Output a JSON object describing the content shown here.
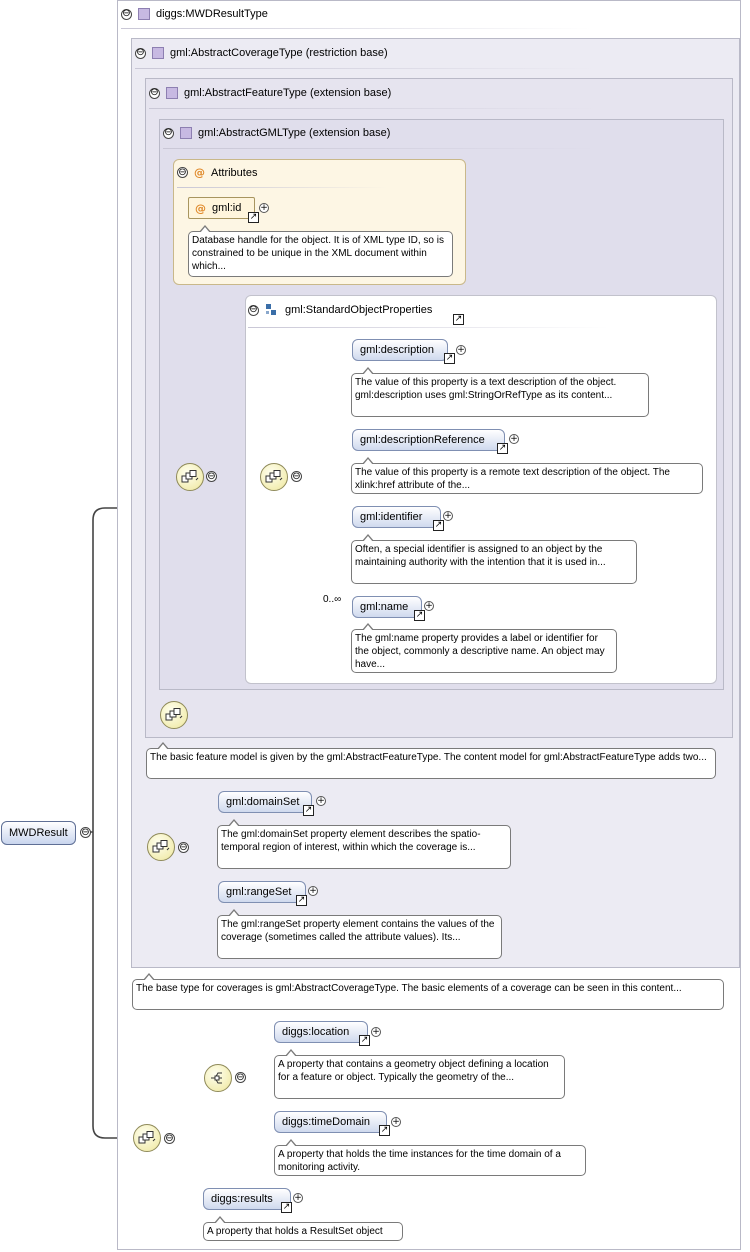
{
  "root": {
    "element_name": "MWDResult"
  },
  "types": {
    "result_type": "diggs:MWDResultType",
    "coverage_type": "gml:AbstractCoverageType (restriction base)",
    "feature_type": "gml:AbstractFeatureType (extension base)",
    "gml_type": "gml:AbstractGMLType (extension base)"
  },
  "attributes": {
    "group_label": "Attributes",
    "gml_id": {
      "name": "gml:id",
      "doc": "Database handle for the object. It is of XML type ID, so is constrained to be unique in the XML document within which..."
    }
  },
  "standard_object_properties": {
    "name": "gml:StandardObjectProperties",
    "elements": [
      {
        "name": "gml:description",
        "doc": "The value of this property is a text description of the object. gml:description uses gml:StringOrRefType as its content..."
      },
      {
        "name": "gml:descriptionReference",
        "doc": "The value of this property is a remote text description of the object. The xlink:href attribute of the..."
      },
      {
        "name": "gml:identifier",
        "doc": "Often, a special identifier is assigned to an object by the maintaining authority with the intention that it is used in..."
      },
      {
        "name": "gml:name",
        "occurrence": "0..∞",
        "doc": "The gml:name property provides a label or identifier for the object, commonly a descriptive name. An object may have..."
      }
    ]
  },
  "feature_type_doc": "The basic feature model is given by the gml:AbstractFeatureType. The content model for gml:AbstractFeatureType adds two...",
  "coverage_elements": [
    {
      "name": "gml:domainSet",
      "doc": "The gml:domainSet property element describes the spatio-temporal region of interest, within which the coverage is..."
    },
    {
      "name": "gml:rangeSet",
      "doc": "The gml:rangeSet property element contains the values of the coverage (sometimes called the attribute values). Its..."
    }
  ],
  "coverage_type_doc": "The base type for coverages is gml:AbstractCoverageType. The basic elements of a coverage can be seen in this content...",
  "mwd_elements": [
    {
      "name": "diggs:location",
      "doc": "A property that contains a geometry object defining a location for a feature or object. Typically the geometry of the..."
    },
    {
      "name": "diggs:timeDomain",
      "doc": "A property that holds the time instances for the time domain of a monitoring activity."
    },
    {
      "name": "diggs:results",
      "doc": "A property that holds a ResultSet object"
    }
  ],
  "icons": {
    "toggle_minus": "⊖",
    "toggle_plus": "+",
    "link": "↗",
    "attribute": "@"
  },
  "colors": {
    "element_fill": "#cfd9ee",
    "compositor_fill": "#f3eeb5",
    "attribute_fill": "#fdf6e4",
    "type_icon": "#c7b9e2"
  }
}
